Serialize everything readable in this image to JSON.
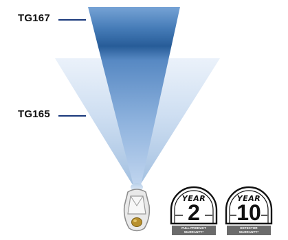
{
  "labels": {
    "tg167": "TG167",
    "tg165": "TG165"
  },
  "badges": [
    {
      "word": "YEAR",
      "number": "2",
      "caption": "FULL PRODUCT\nWARRANTY*"
    },
    {
      "word": "YEAR",
      "number": "10",
      "caption": "DETECTOR\nWARRANTY*"
    }
  ],
  "colors": {
    "wide_beam_light": "#e6eef8",
    "wide_beam_mid": "#b9cfea",
    "narrow_beam_dark": "#1e5b99",
    "narrow_beam_light": "#c7d9ef",
    "callout_line": "#17377a",
    "device_accent": "#b8902e"
  },
  "icons": {
    "device": "thermal-camera-top-view-icon",
    "badge_2": "two-year-warranty-badge-icon",
    "badge_10": "ten-year-warranty-badge-icon"
  }
}
